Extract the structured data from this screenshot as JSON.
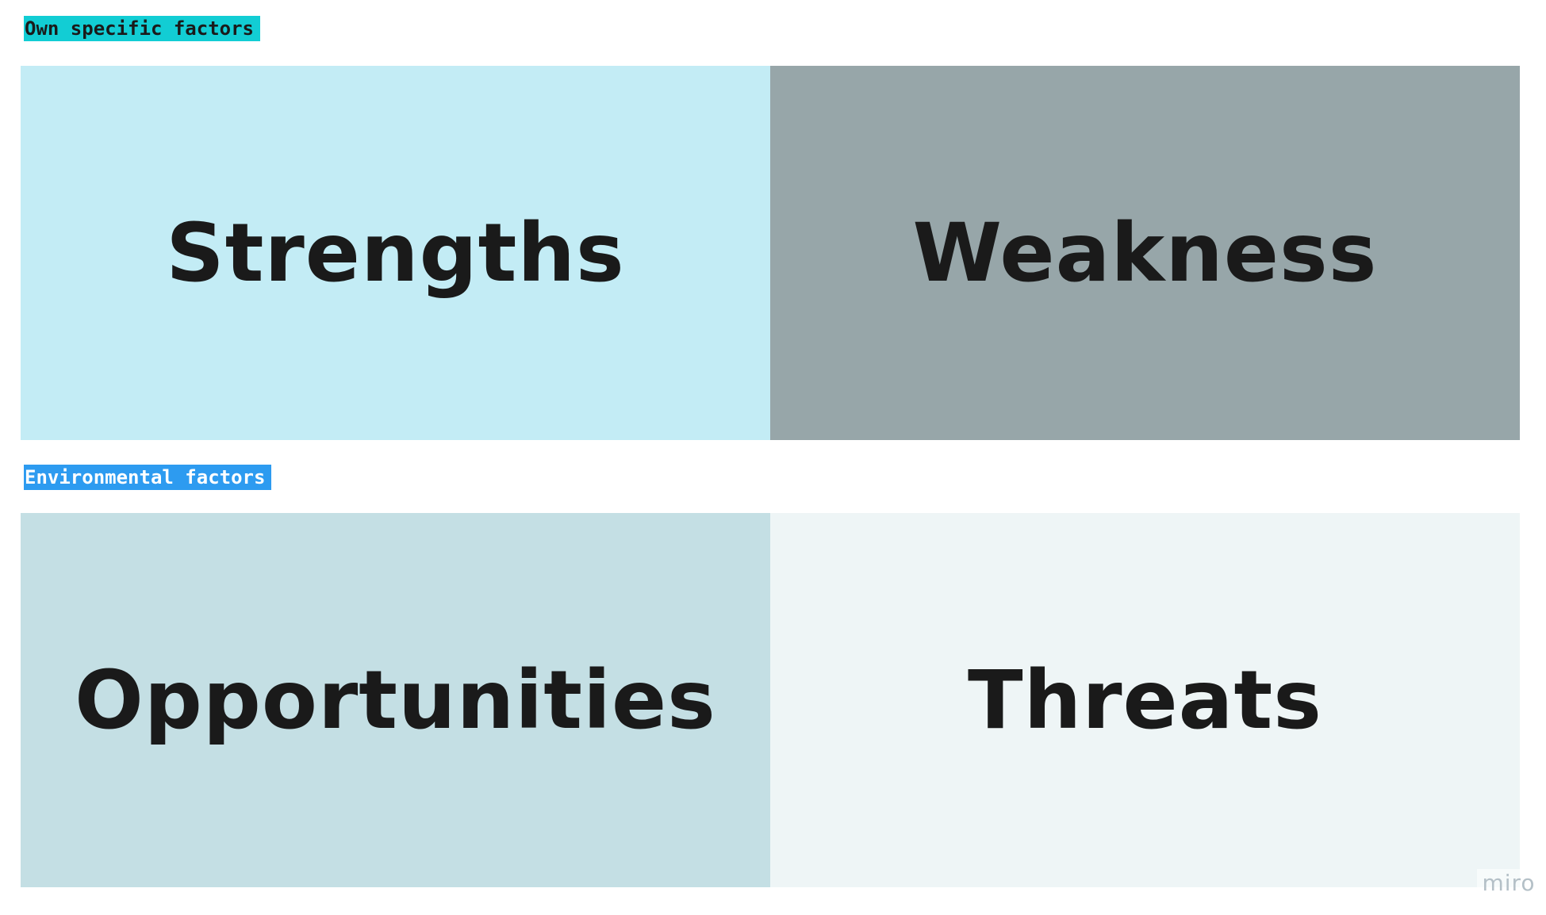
{
  "sections": {
    "own": {
      "label": "Own specific factors",
      "color": "#12cdd4"
    },
    "environmental": {
      "label": "Environmental factors",
      "color": "#2d9bf0"
    }
  },
  "quadrants": {
    "strengths": {
      "label": "Strengths",
      "color": "#c3ecf5"
    },
    "weakness": {
      "label": "Weakness",
      "color": "#97a6a9"
    },
    "opportunities": {
      "label": "Opportunities",
      "color": "#c4dfe4"
    },
    "threats": {
      "label": "Threats",
      "color": "#eef5f6"
    }
  },
  "watermark": {
    "text": "miro"
  }
}
